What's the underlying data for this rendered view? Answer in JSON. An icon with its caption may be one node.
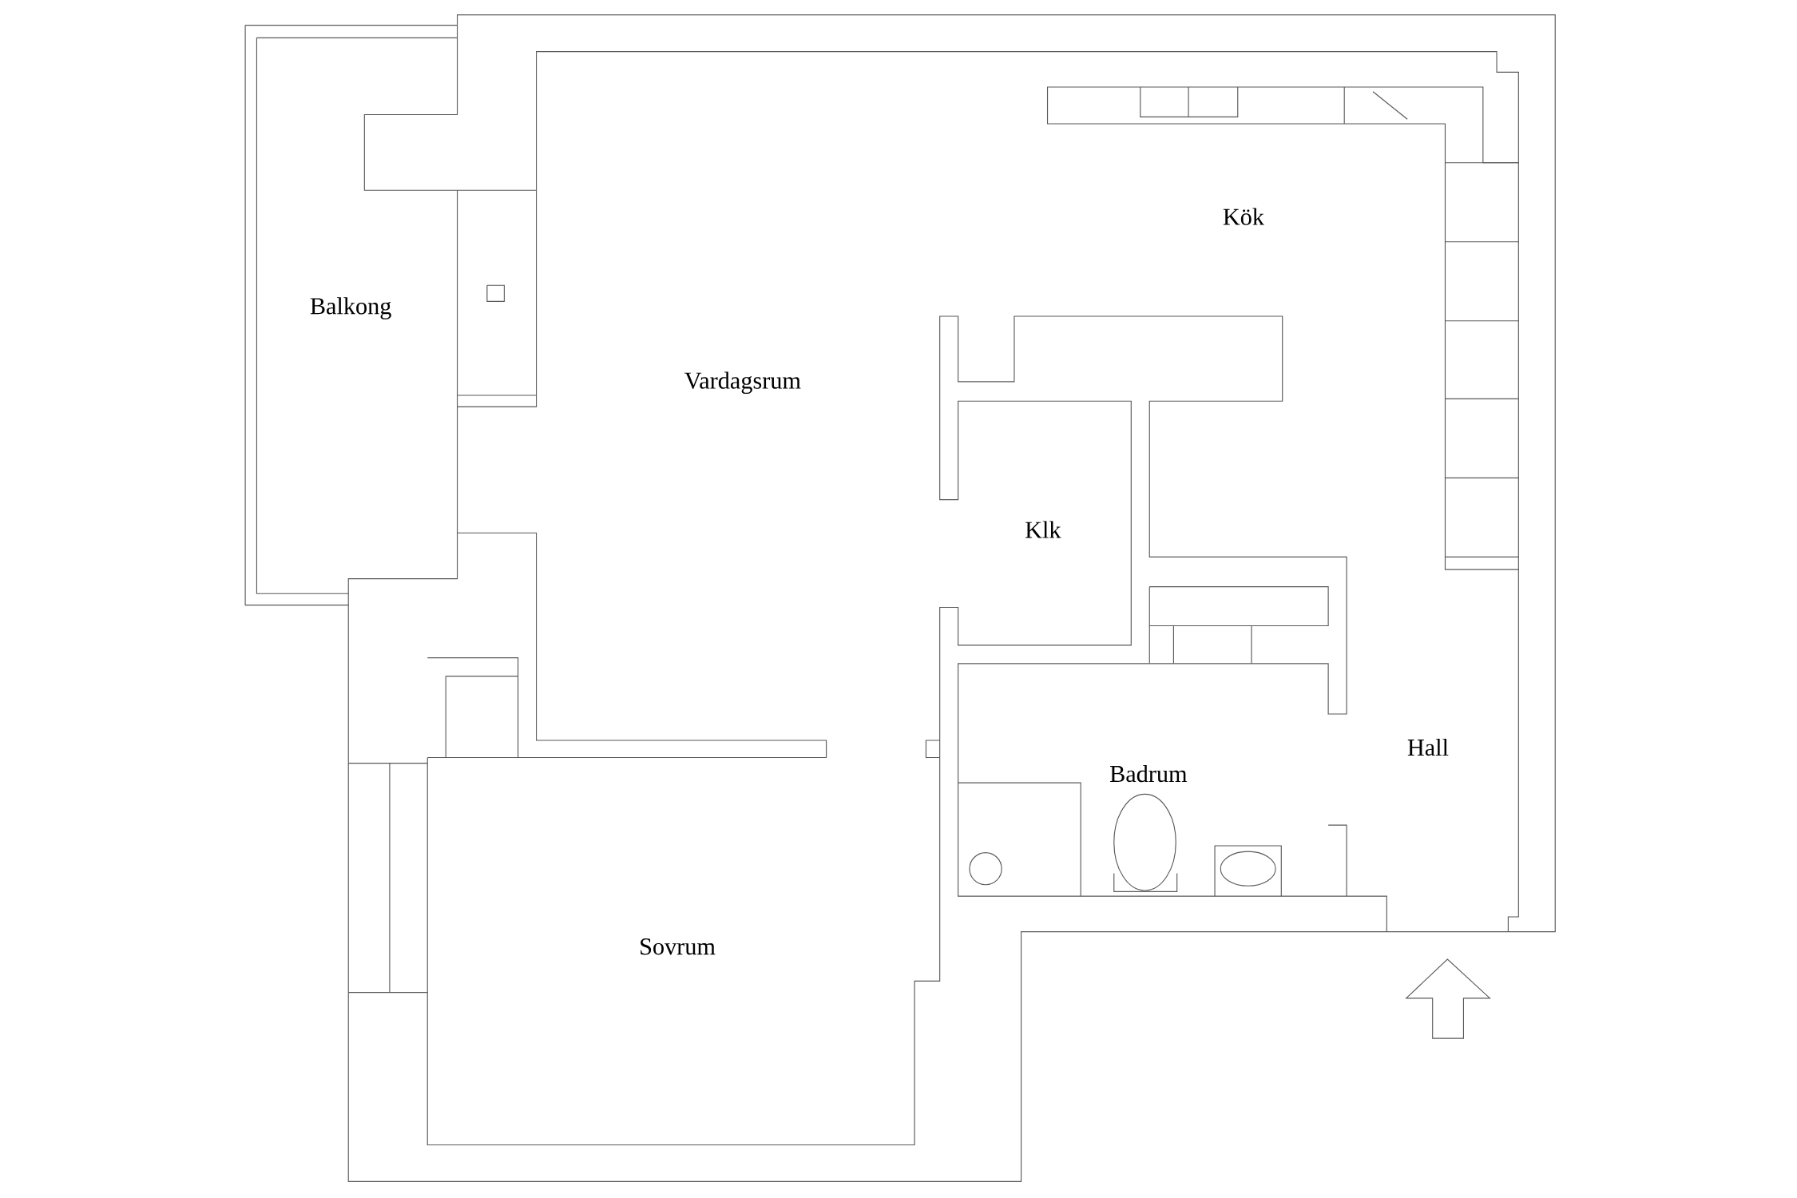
{
  "diagram": {
    "labels": [
      "Balkong",
      "Kök",
      "Vardagsrum",
      "Klk",
      "Hall",
      "Badrum",
      "Sovrum"
    ]
  }
}
